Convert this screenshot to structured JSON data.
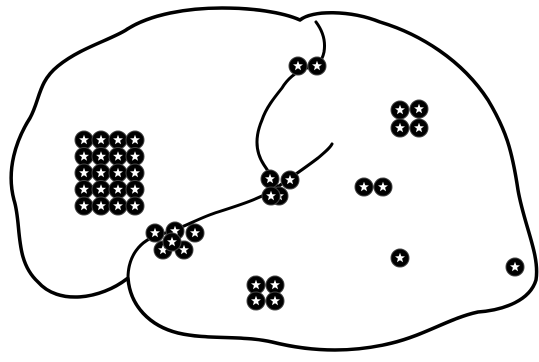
{
  "diagram": {
    "subject": "brain-lateral-view",
    "colors": {
      "line": "#000000",
      "background": "#ffffff",
      "electrode_fill": "#000000",
      "electrode_star": "#ffffff"
    },
    "electrode_groups": [
      {
        "name": "frontal-grid",
        "rows": 5,
        "cols": 4,
        "count": 20
      },
      {
        "name": "central-upper-pair",
        "count": 2
      },
      {
        "name": "central-lower-cluster",
        "count": 4
      },
      {
        "name": "sylvian-cluster",
        "count": 6
      },
      {
        "name": "parietal-quad",
        "count": 4
      },
      {
        "name": "parietal-pair",
        "count": 2
      },
      {
        "name": "temporal-quad",
        "count": 4
      },
      {
        "name": "posterior-single",
        "count": 1
      },
      {
        "name": "occipital-single",
        "count": 1
      }
    ]
  }
}
